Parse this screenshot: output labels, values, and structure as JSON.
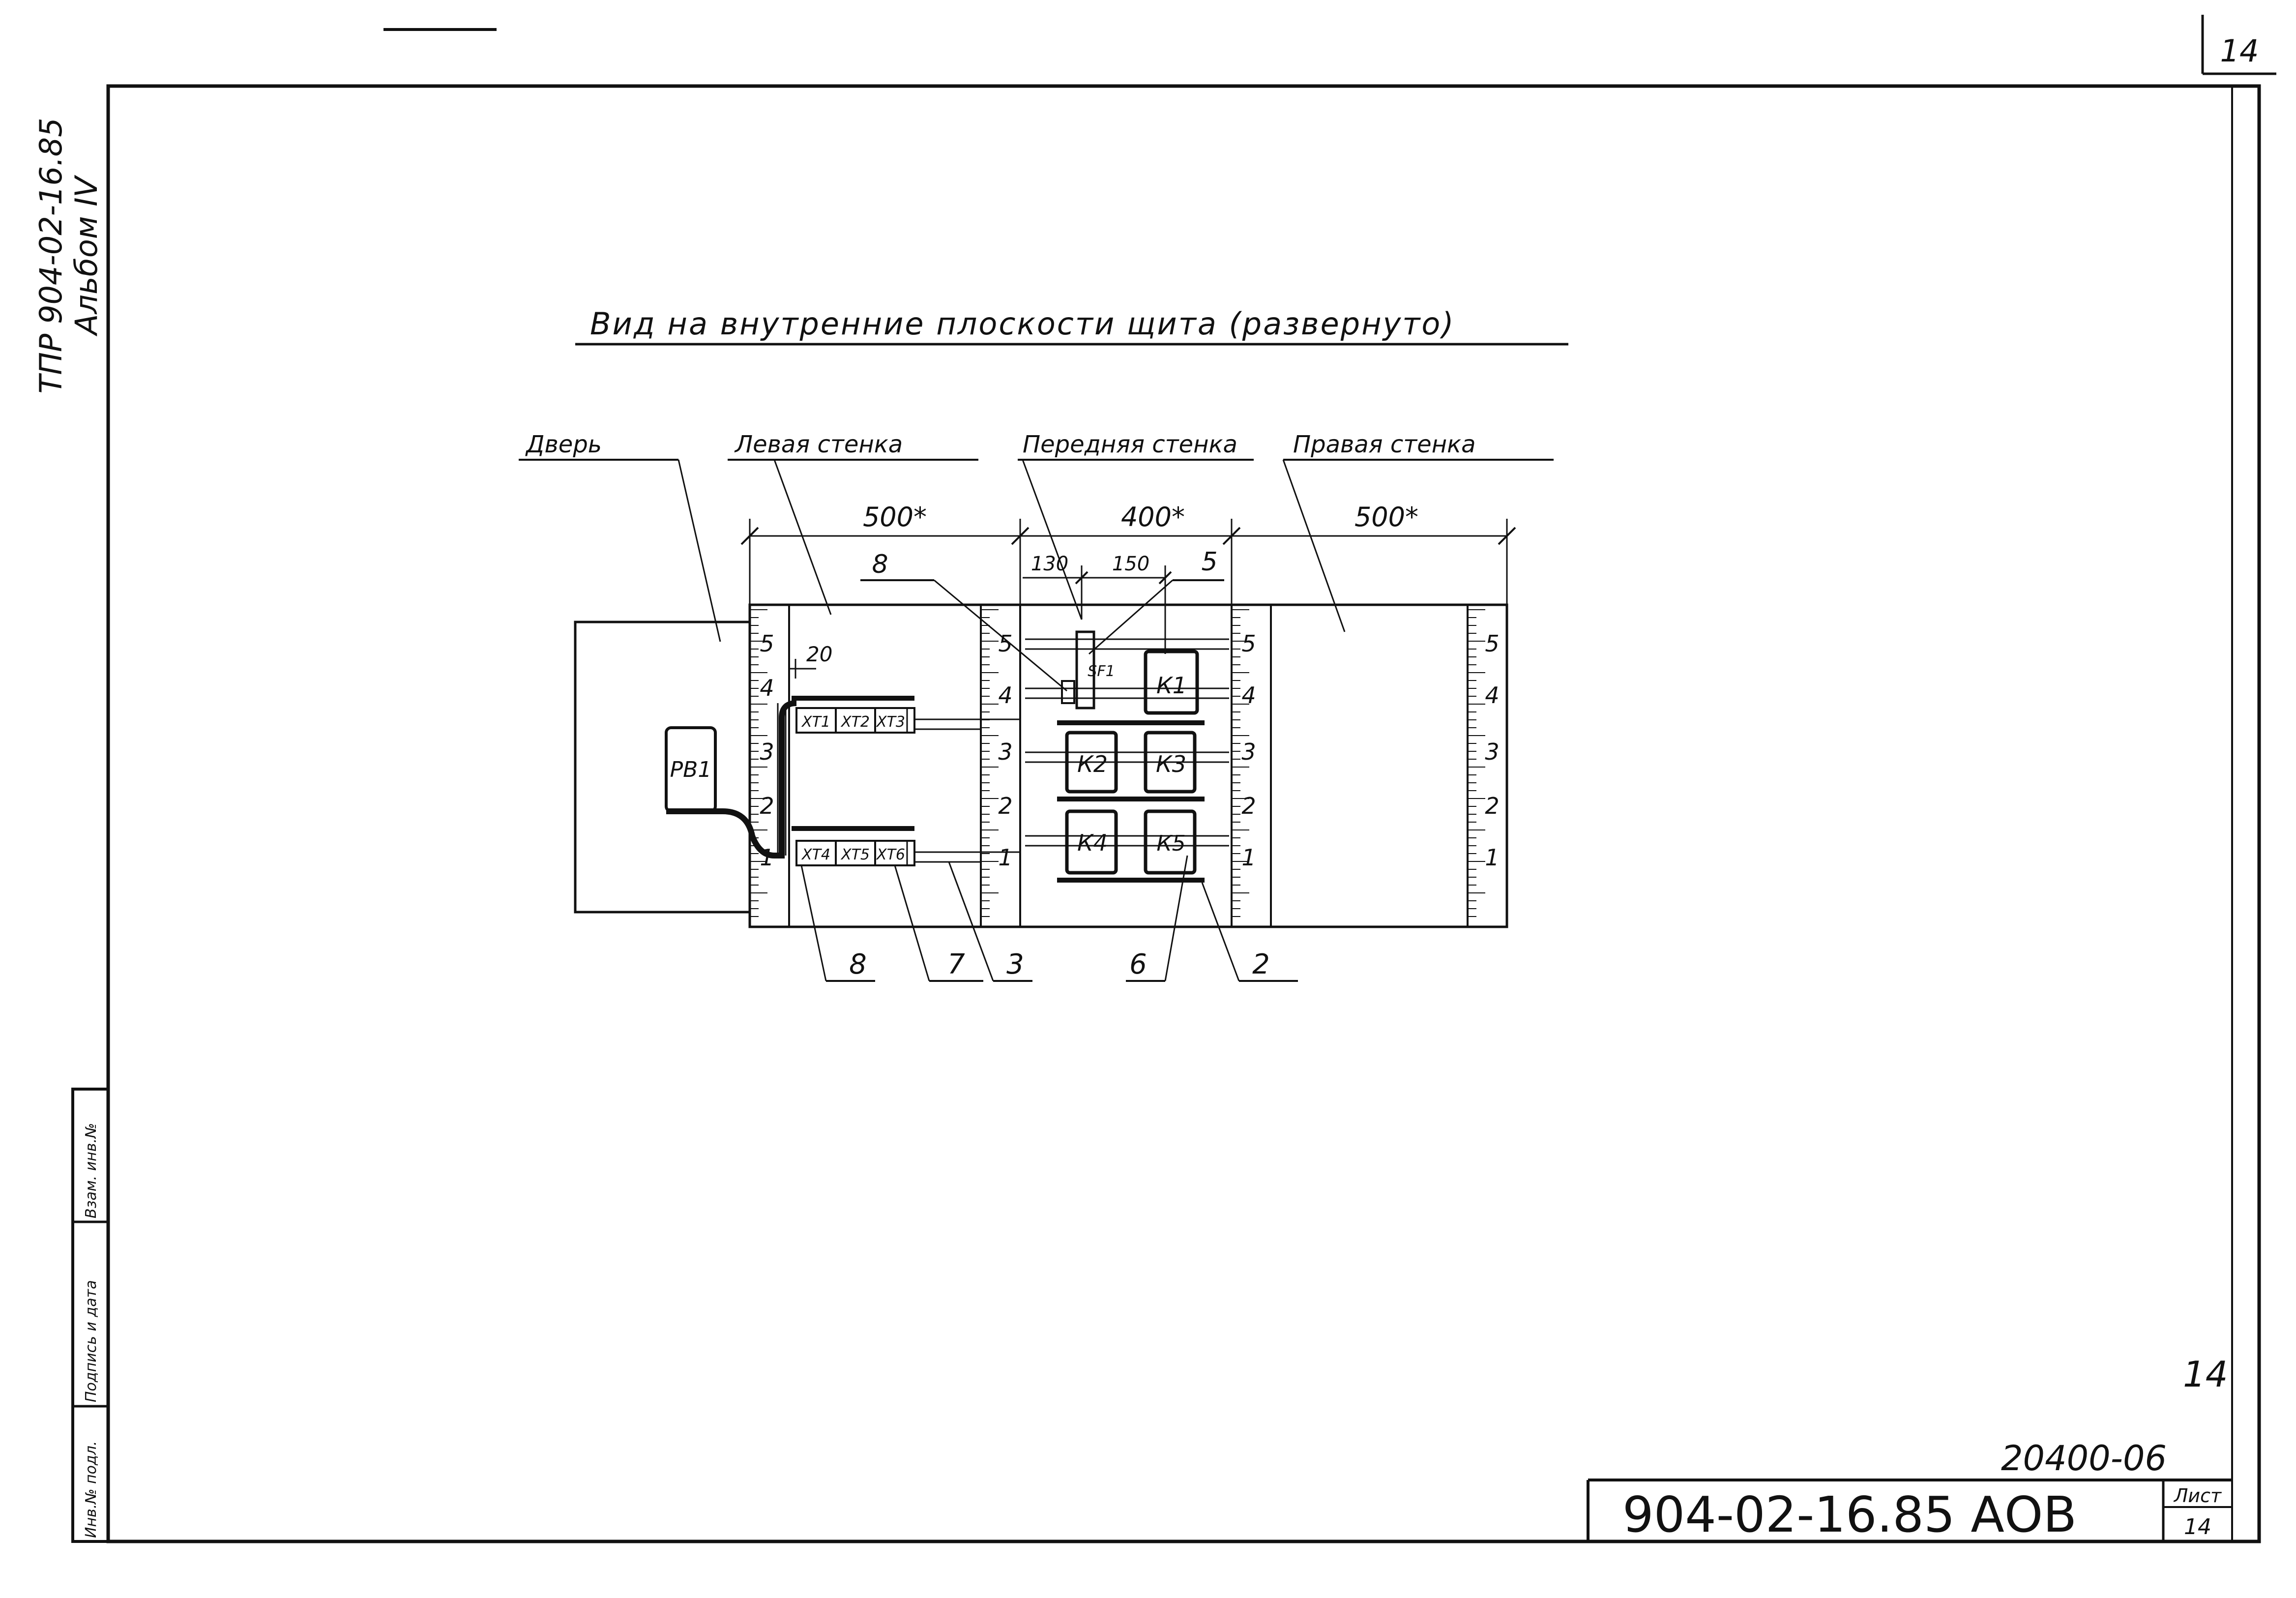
{
  "sheet": {
    "corner_number": "14",
    "side_code": "ТПР 904-02-16.85",
    "side_album": "Альбом IV",
    "sheet_label": "Лист",
    "sheet_number": "14",
    "handwritten_number": "14",
    "order_number": "20400-06",
    "designation": "904-02-16.85 АОВ"
  },
  "stamp_strip": {
    "cells": [
      "Инв.№ подл.",
      "Подпись и дата",
      "Взам. инв.№"
    ]
  },
  "drawing": {
    "title": "Вид на внутренние плоскости щита (развернуто)",
    "panel_labels": {
      "door": "Дверь",
      "left_wall": "Левая стенка",
      "front_wall": "Передняя стенка",
      "right_wall": "Правая стенка"
    },
    "dimensions": {
      "left": "500*",
      "front": "400*",
      "right": "500*",
      "d130": "130",
      "d150": "150",
      "d20": "20"
    },
    "rail_numbers": [
      "1",
      "2",
      "3",
      "4",
      "5"
    ],
    "devices": {
      "rb1": "РВ1",
      "sf1": "SF1",
      "k1": "К1",
      "k2": "К2",
      "k3": "К3",
      "k4": "К4",
      "k5": "К5"
    },
    "terminals_top": [
      "ХТ1",
      "ХТ2",
      "ХТ3"
    ],
    "terminals_bottom": [
      "ХТ4",
      "ХТ5",
      "ХТ6"
    ],
    "callouts": {
      "c8_top": "8",
      "c5": "5",
      "c8_bottom": "8",
      "c7": "7",
      "c3": "3",
      "c6": "6",
      "c2": "2"
    }
  }
}
